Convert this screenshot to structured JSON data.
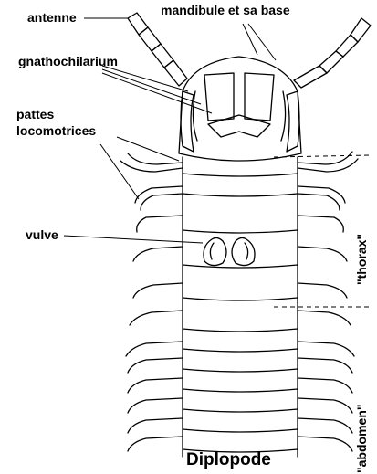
{
  "diagram": {
    "title": "Diplopode",
    "labels": {
      "antenne": "antenne",
      "mandibule": "mandibule et sa base",
      "gnathochilarium": "gnathochilarium",
      "pattes_line1": "pattes",
      "pattes_line2": "locomotrices",
      "vulve": "vulve",
      "thorax": "\"thorax\"",
      "abdomen": "\"abdomen\""
    }
  }
}
